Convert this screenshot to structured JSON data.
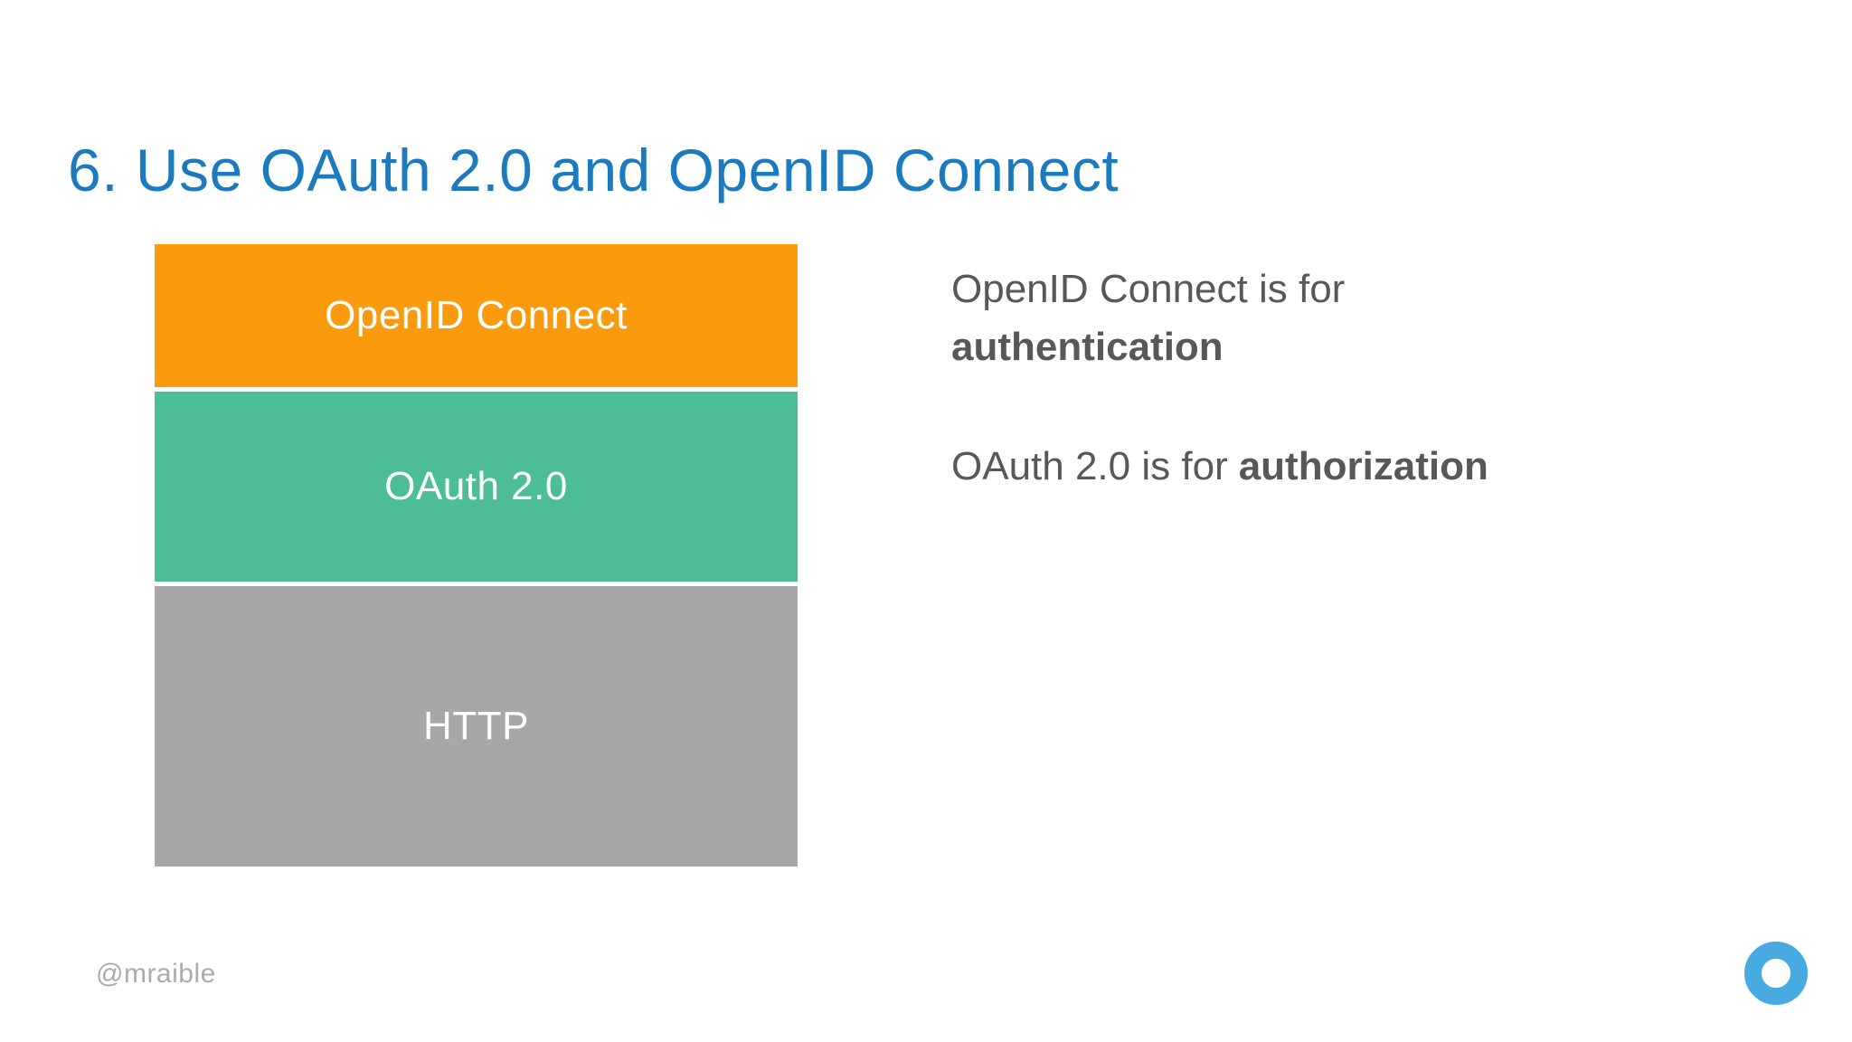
{
  "slide": {
    "title": "6. Use OAuth 2.0 and OpenID Connect",
    "footer_handle": "@mraible"
  },
  "diagram": {
    "layers": [
      {
        "label": "OpenID Connect",
        "color": "#fa9a0d"
      },
      {
        "label": "OAuth 2.0",
        "color": "#4cbd97"
      },
      {
        "label": "HTTP",
        "color": "#a7a7a9"
      }
    ]
  },
  "notes": [
    {
      "prefix": "OpenID Connect is for",
      "emphasis": "authentication"
    },
    {
      "prefix": "OAuth 2.0 is for",
      "emphasis": "authorization"
    }
  ],
  "colors": {
    "title_blue": "#1b7bbe",
    "body_text": "#58585a",
    "footer_gray": "#a9abae",
    "logo_blue": "#47aae1"
  },
  "logo": {
    "name": "okta-ring-logo"
  }
}
